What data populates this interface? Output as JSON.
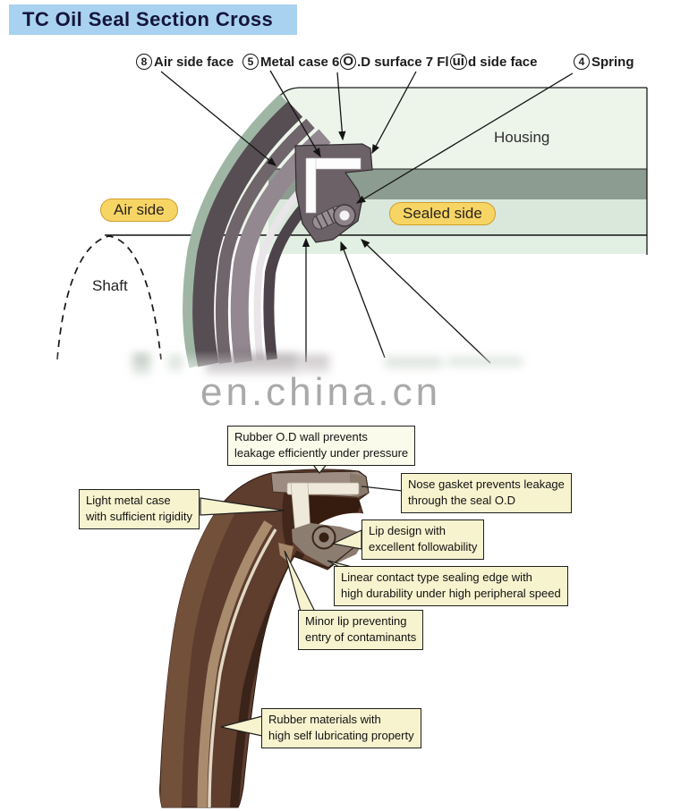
{
  "title": "TC Oil Seal Section Cross",
  "watermark": "en.china.cn",
  "top_diagram": {
    "part_labels": {
      "air_side_face": {
        "number": "8",
        "label": "Air side face"
      },
      "case_od_fluid_group": {
        "number": "5",
        "t1": "Metal case 6",
        "circled_o": "O",
        "t2": ".D surface 7 Fl",
        "circled_ui": "ui",
        "t3": "d side face"
      },
      "spring": {
        "number": "4",
        "label": "Spring"
      }
    },
    "housing_label": "Housing",
    "air_side_badge": "Air side",
    "sealed_side_badge": "Sealed side",
    "shaft_label": "Shaft"
  },
  "bottom_diagram": {
    "callouts": {
      "rubber_od_wall": "Rubber O.D wall prevents\nleakage efficiently under pressure",
      "nose_gasket": "Nose gasket prevents leakage\nthrough the seal O.D",
      "light_metal_case": "Light metal case\nwith sufficient rigidity",
      "lip_design": "Lip design with\nexcellent followability",
      "linear_contact": "Linear contact type sealing edge with\nhigh durability under high peripheral speed",
      "minor_lip": "Minor lip preventing\nentry of contaminants",
      "rubber_materials": "Rubber materials with\nhigh self lubricating property"
    }
  },
  "colors": {
    "title_bg": "#a9d2f1",
    "title_text": "#15153a",
    "badge_bg": "#f7d565",
    "badge_border": "#d09d2c",
    "callout_bg": "#f7f3cf",
    "housing_green": "#edf5eb",
    "shaft_band_dark": "#8d9c90",
    "shaft_band_light": "#d9e8db",
    "seal_gray": "#6b6167",
    "seal_rubber_brown": "#5e3d2e",
    "watermark_gray": "#9b9b9b"
  }
}
